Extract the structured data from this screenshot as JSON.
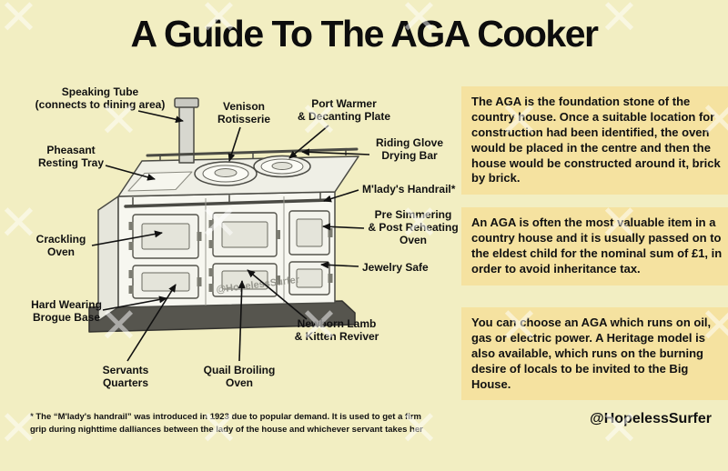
{
  "page": {
    "title": "A Guide To The AGA Cooker",
    "credit": "@HopelessSurfer",
    "footnote": "* The “M'lady's handrail” was introduced in 1923 due to popular demand. It is used to get a firm grip during nighttime dalliances between the lady of the house and whichever servant takes her",
    "watermark_glyph": "×"
  },
  "diagram": {
    "cooker_watermark": "@HopelessSurfer",
    "labels": [
      {
        "id": "speaking-tube",
        "lines": [
          "Speaking Tube",
          "(connects to dining area)"
        ]
      },
      {
        "id": "venison-rotisserie",
        "lines": [
          "Venison",
          "Rotisserie"
        ]
      },
      {
        "id": "port-warmer",
        "lines": [
          "Port Warmer",
          "& Decanting Plate"
        ]
      },
      {
        "id": "riding-glove-drying-bar",
        "lines": [
          "Riding Glove",
          "Drying Bar"
        ]
      },
      {
        "id": "mladys-handrail",
        "lines": [
          "M'lady's Handrail*"
        ]
      },
      {
        "id": "pheasant-resting-tray",
        "lines": [
          "Pheasant",
          "Resting Tray"
        ]
      },
      {
        "id": "crackling-oven",
        "lines": [
          "Crackling",
          "Oven"
        ]
      },
      {
        "id": "hard-wearing-brogue-base",
        "lines": [
          "Hard Wearing",
          "Brogue Base"
        ]
      },
      {
        "id": "servants-quarters",
        "lines": [
          "Servants",
          "Quarters"
        ]
      },
      {
        "id": "quail-broiling-oven",
        "lines": [
          "Quail Broiling",
          "Oven"
        ]
      },
      {
        "id": "newborn-lamb-kitten-reviver",
        "lines": [
          "Newborn Lamb",
          "& Kitten Reviver"
        ]
      },
      {
        "id": "jewelry-safe",
        "lines": [
          "Jewelry Safe"
        ]
      },
      {
        "id": "pre-simmering-oven",
        "lines": [
          "Pre Simmering",
          "& Post Reheating",
          "Oven"
        ]
      }
    ]
  },
  "info_boxes": [
    {
      "text": "The AGA is the foundation stone of the country house. Once a suitable location for construction had been identified, the oven would be placed in the centre and then the house would be constructed around it, brick by brick."
    },
    {
      "text": "An AGA is often the most valuable item in a country house and it is usually passed on to the eldest child for the nominal sum of £1, in order to avoid inheritance tax."
    },
    {
      "text": "You can choose an AGA which runs on oil, gas or electric power. A Heritage model is also available, which runs on the burning desire of locals to be invited to the Big House."
    }
  ],
  "colors": {
    "background": "#f2eec2",
    "info_box_background": "#f5e2a0",
    "text": "#111111"
  }
}
